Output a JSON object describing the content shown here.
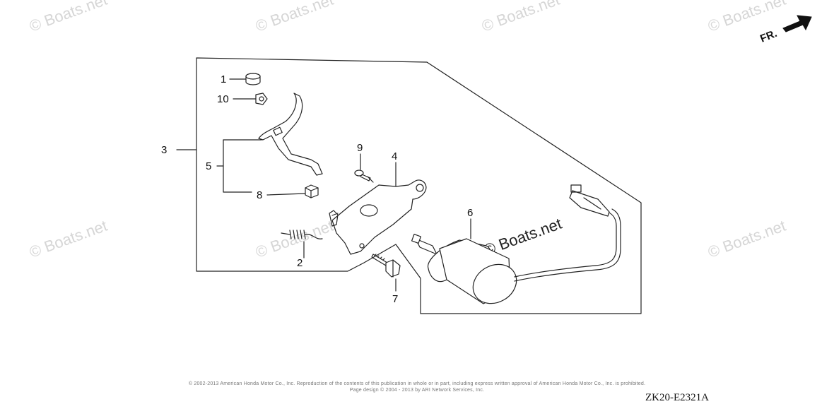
{
  "watermark": "© Boats.net",
  "direction_label": "FR.",
  "callouts": {
    "c1": "1",
    "c2": "2",
    "c3": "3",
    "c4": "4",
    "c5": "5",
    "c6": "6",
    "c7": "7",
    "c8": "8",
    "c9": "9",
    "c10": "10"
  },
  "copyright_line_1": "© 2002-2013 American Honda Motor Co., Inc. Reproduction of the contents of this publication in whole or in part, including express written approval of American Honda Motor Co., Inc. is prohibited.",
  "copyright_line_2": "Page design © 2004 - 2013 by ARI Network Services, Inc.",
  "diagram_code": "ZK20-E2321A"
}
